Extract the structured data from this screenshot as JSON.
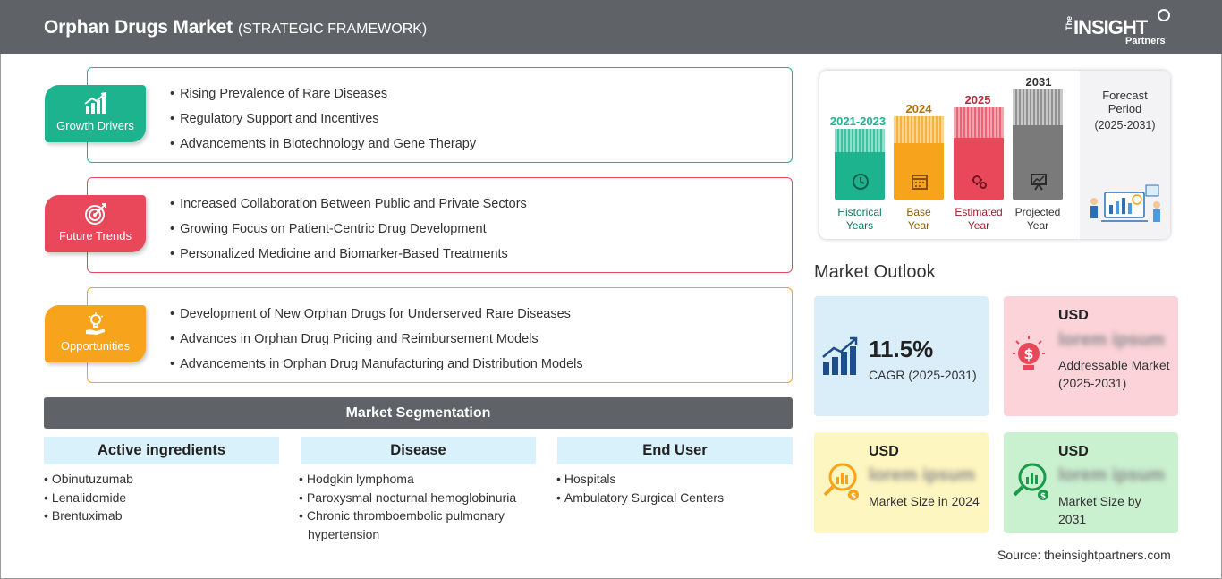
{
  "header": {
    "title": "Orphan Drugs Market",
    "subtitle": "(STRATEGIC FRAMEWORK)",
    "logo": {
      "the": "The",
      "insight": "INSIGHT",
      "partners": "Partners"
    }
  },
  "framework": {
    "growth": {
      "label": "Growth Drivers",
      "color": "#1db38f",
      "items": [
        "Rising Prevalence of Rare Diseases",
        "Regulatory Support and Incentives",
        "Advancements in Biotechnology and Gene Therapy"
      ]
    },
    "trends": {
      "label": "Future Trends",
      "color": "#e8485a",
      "items": [
        "Increased Collaboration Between Public and Private Sectors",
        "Growing Focus on Patient-Centric Drug Development",
        "Personalized Medicine and Biomarker-Based Treatments"
      ]
    },
    "opportunities": {
      "label": "Opportunities",
      "color": "#f7a31c",
      "items": [
        "Development of New Orphan Drugs for Underserved Rare Diseases",
        "Advances in Orphan Drug Pricing and Reimbursement Models",
        "Advancements in Orphan Drug Manufacturing and Distribution Models"
      ]
    }
  },
  "segmentation": {
    "title": "Market Segmentation",
    "columns": [
      {
        "heading": "Active ingredients",
        "items": [
          "Obinutuzumab",
          "Lenalidomide",
          "Brentuximab"
        ]
      },
      {
        "heading": "Disease",
        "items": [
          "Hodgkin lymphoma",
          "Paroxysmal nocturnal hemoglobinuria",
          "Chronic thromboembolic pulmonary hypertension"
        ]
      },
      {
        "heading": "End User",
        "items": [
          "Hospitals",
          "Ambulatory Surgical Centers"
        ]
      }
    ]
  },
  "timeline": {
    "bars": [
      {
        "year": "2021-2023",
        "caption_1": "Historical",
        "caption_2": "Years",
        "color": "#1db38f",
        "icon": "history-icon"
      },
      {
        "year": "2024",
        "caption_1": "Base",
        "caption_2": "Year",
        "color": "#f7a31c",
        "icon": "calendar-icon"
      },
      {
        "year": "2025",
        "caption_1": "Estimated",
        "caption_2": "Year",
        "color": "#e8485a",
        "icon": "gears-icon"
      },
      {
        "year": "2031",
        "caption_1": "Projected",
        "caption_2": "Year",
        "color": "#7a7a7a",
        "icon": "presentation-icon"
      }
    ],
    "forecast_title_1": "Forecast",
    "forecast_title_2": "Period",
    "forecast_range": "(2025-2031)"
  },
  "outlook": {
    "title": "Market Outlook",
    "cagr": {
      "value": "11.5%",
      "label": "CAGR (2025-2031)",
      "color": "#d9eef8"
    },
    "addressable": {
      "usd": "USD",
      "value": "lorem ipsum",
      "label": "Addressable Market (2025-2031)",
      "color": "#fbd3d8"
    },
    "size_2024": {
      "usd": "USD",
      "value": "lorem ipsum",
      "label": "Market Size in 2024",
      "color": "#fdf6c0"
    },
    "size_2031": {
      "usd": "USD",
      "value": "lorem ipsum",
      "label": "Market Size by 2031",
      "color": "#c9f0cf"
    }
  },
  "source": "Source: theinsightpartners.com"
}
